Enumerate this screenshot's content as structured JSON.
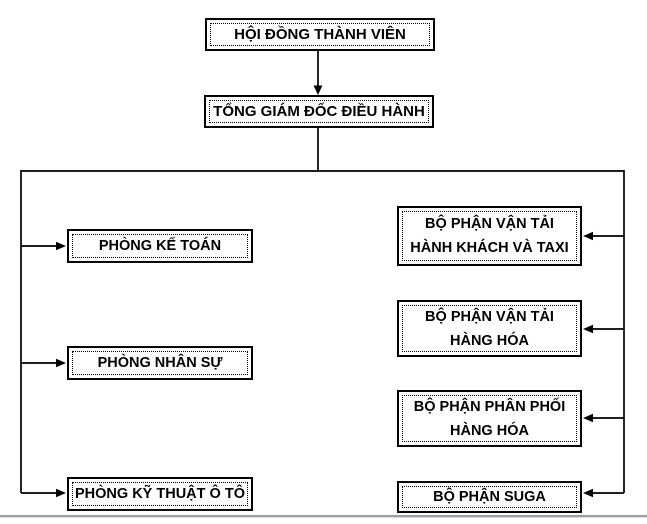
{
  "diagram": {
    "type": "org-chart",
    "root": {
      "label": "HỘI ĐỒNG THÀNH VIÊN"
    },
    "executive": {
      "label": "TỔNG GIÁM ĐỐC ĐIỀU HÀNH"
    },
    "left_departments": [
      {
        "label": "PHÒNG KẾ TOÁN"
      },
      {
        "label": "PHÒNG NHÂN SỰ"
      },
      {
        "label": "PHÒNG KỸ THUẬT Ô TÔ"
      }
    ],
    "right_departments": [
      {
        "lines": [
          "BỘ PHẬN VẬN TẢI",
          "HÀNH KHÁCH VÀ TAXI"
        ]
      },
      {
        "lines": [
          "BỘ PHẬN VẬN TẢI",
          "HÀNG HÓA"
        ]
      },
      {
        "lines": [
          "BỘ PHẬN PHÂN PHỐI",
          "HÀNG HÓA"
        ]
      },
      {
        "lines": [
          "BỘ PHẬN SUGA"
        ]
      }
    ],
    "colors": {
      "line": "#000000",
      "box_border": "#000000",
      "box_fill": "#ffffff",
      "text": "#000000",
      "bottom_rule": "#98a0a6"
    }
  }
}
